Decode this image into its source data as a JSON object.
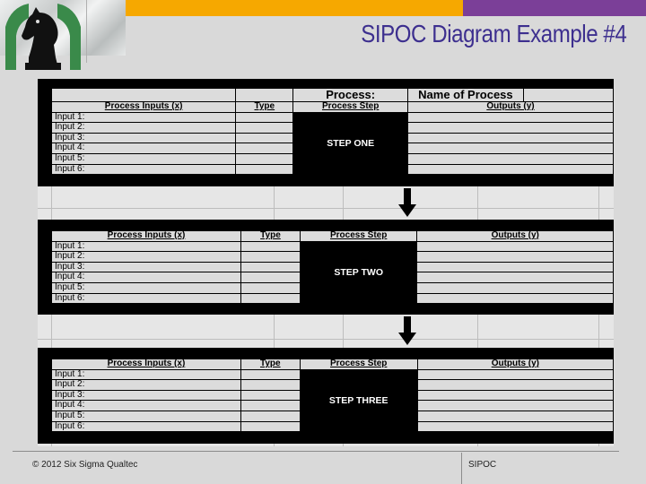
{
  "title": "SIPOC Diagram Example #4",
  "process_header": {
    "label": "Process:",
    "value": "Name of Process"
  },
  "columns": {
    "inputs": "Process Inputs (x)",
    "type": "Type",
    "step": "Process Step",
    "outputs": "Outputs (y)"
  },
  "input_labels": [
    "Input 1:",
    "Input 2:",
    "Input 3:",
    "Input 4:",
    "Input 5:",
    "Input 6:"
  ],
  "steps": [
    "STEP ONE",
    "STEP TWO",
    "STEP THREE"
  ],
  "footer": {
    "copyright": "© 2012 Six Sigma Qualtec",
    "section": "SIPOC"
  },
  "colors": {
    "title": "#3d2f8f",
    "orange_bar": "#f6a800",
    "purple_bar": "#7b3f98",
    "logo_green": "#3a8a4a"
  },
  "icons": {
    "logo": "knight-chess-logo",
    "arrow": "down-arrow"
  }
}
